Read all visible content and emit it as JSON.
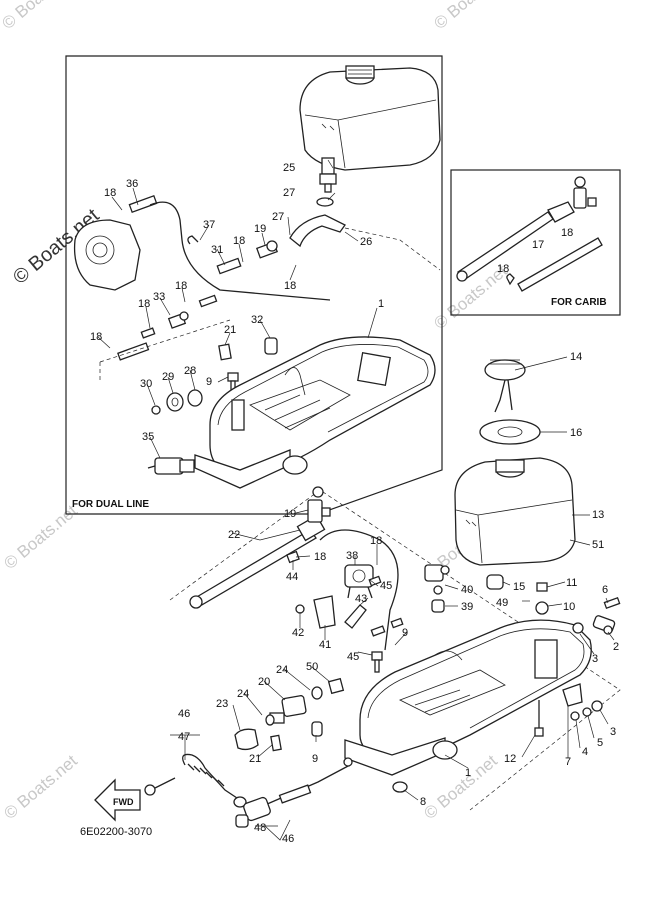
{
  "watermark": "© Boats.net",
  "captions": {
    "dual_line": "FOR  DUAL LINE",
    "carib": "FOR CARIB"
  },
  "diagram_code": "6E02200-3070",
  "fwd_label": "FWD",
  "callouts": [
    "1",
    "2",
    "3",
    "4",
    "5",
    "6",
    "7",
    "8",
    "9",
    "10",
    "11",
    "12",
    "13",
    "14",
    "15",
    "16",
    "17",
    "18",
    "19",
    "20",
    "21",
    "22",
    "23",
    "24",
    "25",
    "26",
    "27",
    "28",
    "29",
    "30",
    "31",
    "32",
    "33",
    "35",
    "36",
    "37",
    "38",
    "39",
    "40",
    "41",
    "42",
    "43",
    "44",
    "45",
    "46",
    "47",
    "48",
    "49",
    "50",
    "51"
  ]
}
